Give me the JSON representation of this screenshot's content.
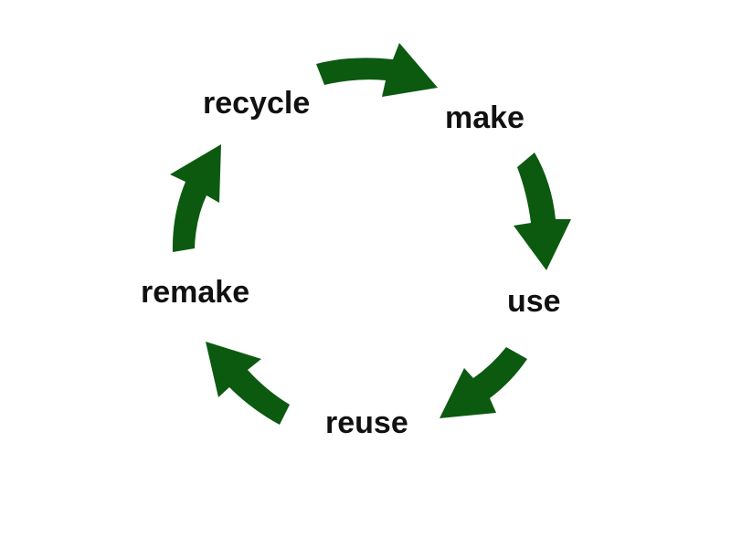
{
  "diagram": {
    "title": "",
    "type": "cycle",
    "arrow_color": "#0b5a10",
    "text_color": "#111111",
    "steps": [
      {
        "label": "make"
      },
      {
        "label": "use"
      },
      {
        "label": "reuse"
      },
      {
        "label": "remake"
      },
      {
        "label": "recycle"
      }
    ],
    "arrows": [
      {
        "from": "recycle",
        "to": "make",
        "icon": "curved-arrow-right-icon"
      },
      {
        "from": "make",
        "to": "use",
        "icon": "curved-arrow-down-icon"
      },
      {
        "from": "use",
        "to": "reuse",
        "icon": "curved-arrow-down-left-icon"
      },
      {
        "from": "reuse",
        "to": "remake",
        "icon": "curved-arrow-up-left-icon"
      },
      {
        "from": "remake",
        "to": "recycle",
        "icon": "curved-arrow-up-icon"
      }
    ]
  }
}
